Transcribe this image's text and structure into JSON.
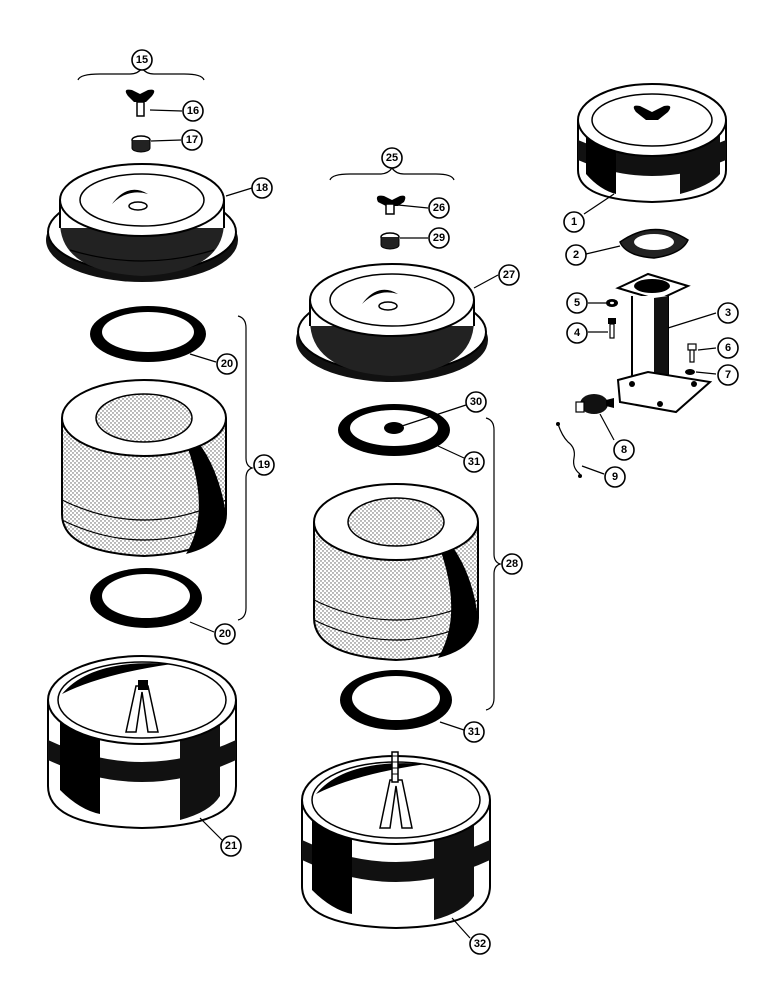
{
  "callouts": {
    "c1": "1",
    "c2": "2",
    "c3": "3",
    "c4": "4",
    "c5": "5",
    "c6": "6",
    "c7": "7",
    "c8": "8",
    "c9": "9",
    "c15": "15",
    "c16": "16",
    "c17": "17",
    "c18": "18",
    "c19": "19",
    "c20a": "20",
    "c20b": "20",
    "c21": "21",
    "c25": "25",
    "c26": "26",
    "c27": "27",
    "c28": "28",
    "c29": "29",
    "c30": "30",
    "c31a": "31",
    "c31b": "31",
    "c32": "32"
  }
}
